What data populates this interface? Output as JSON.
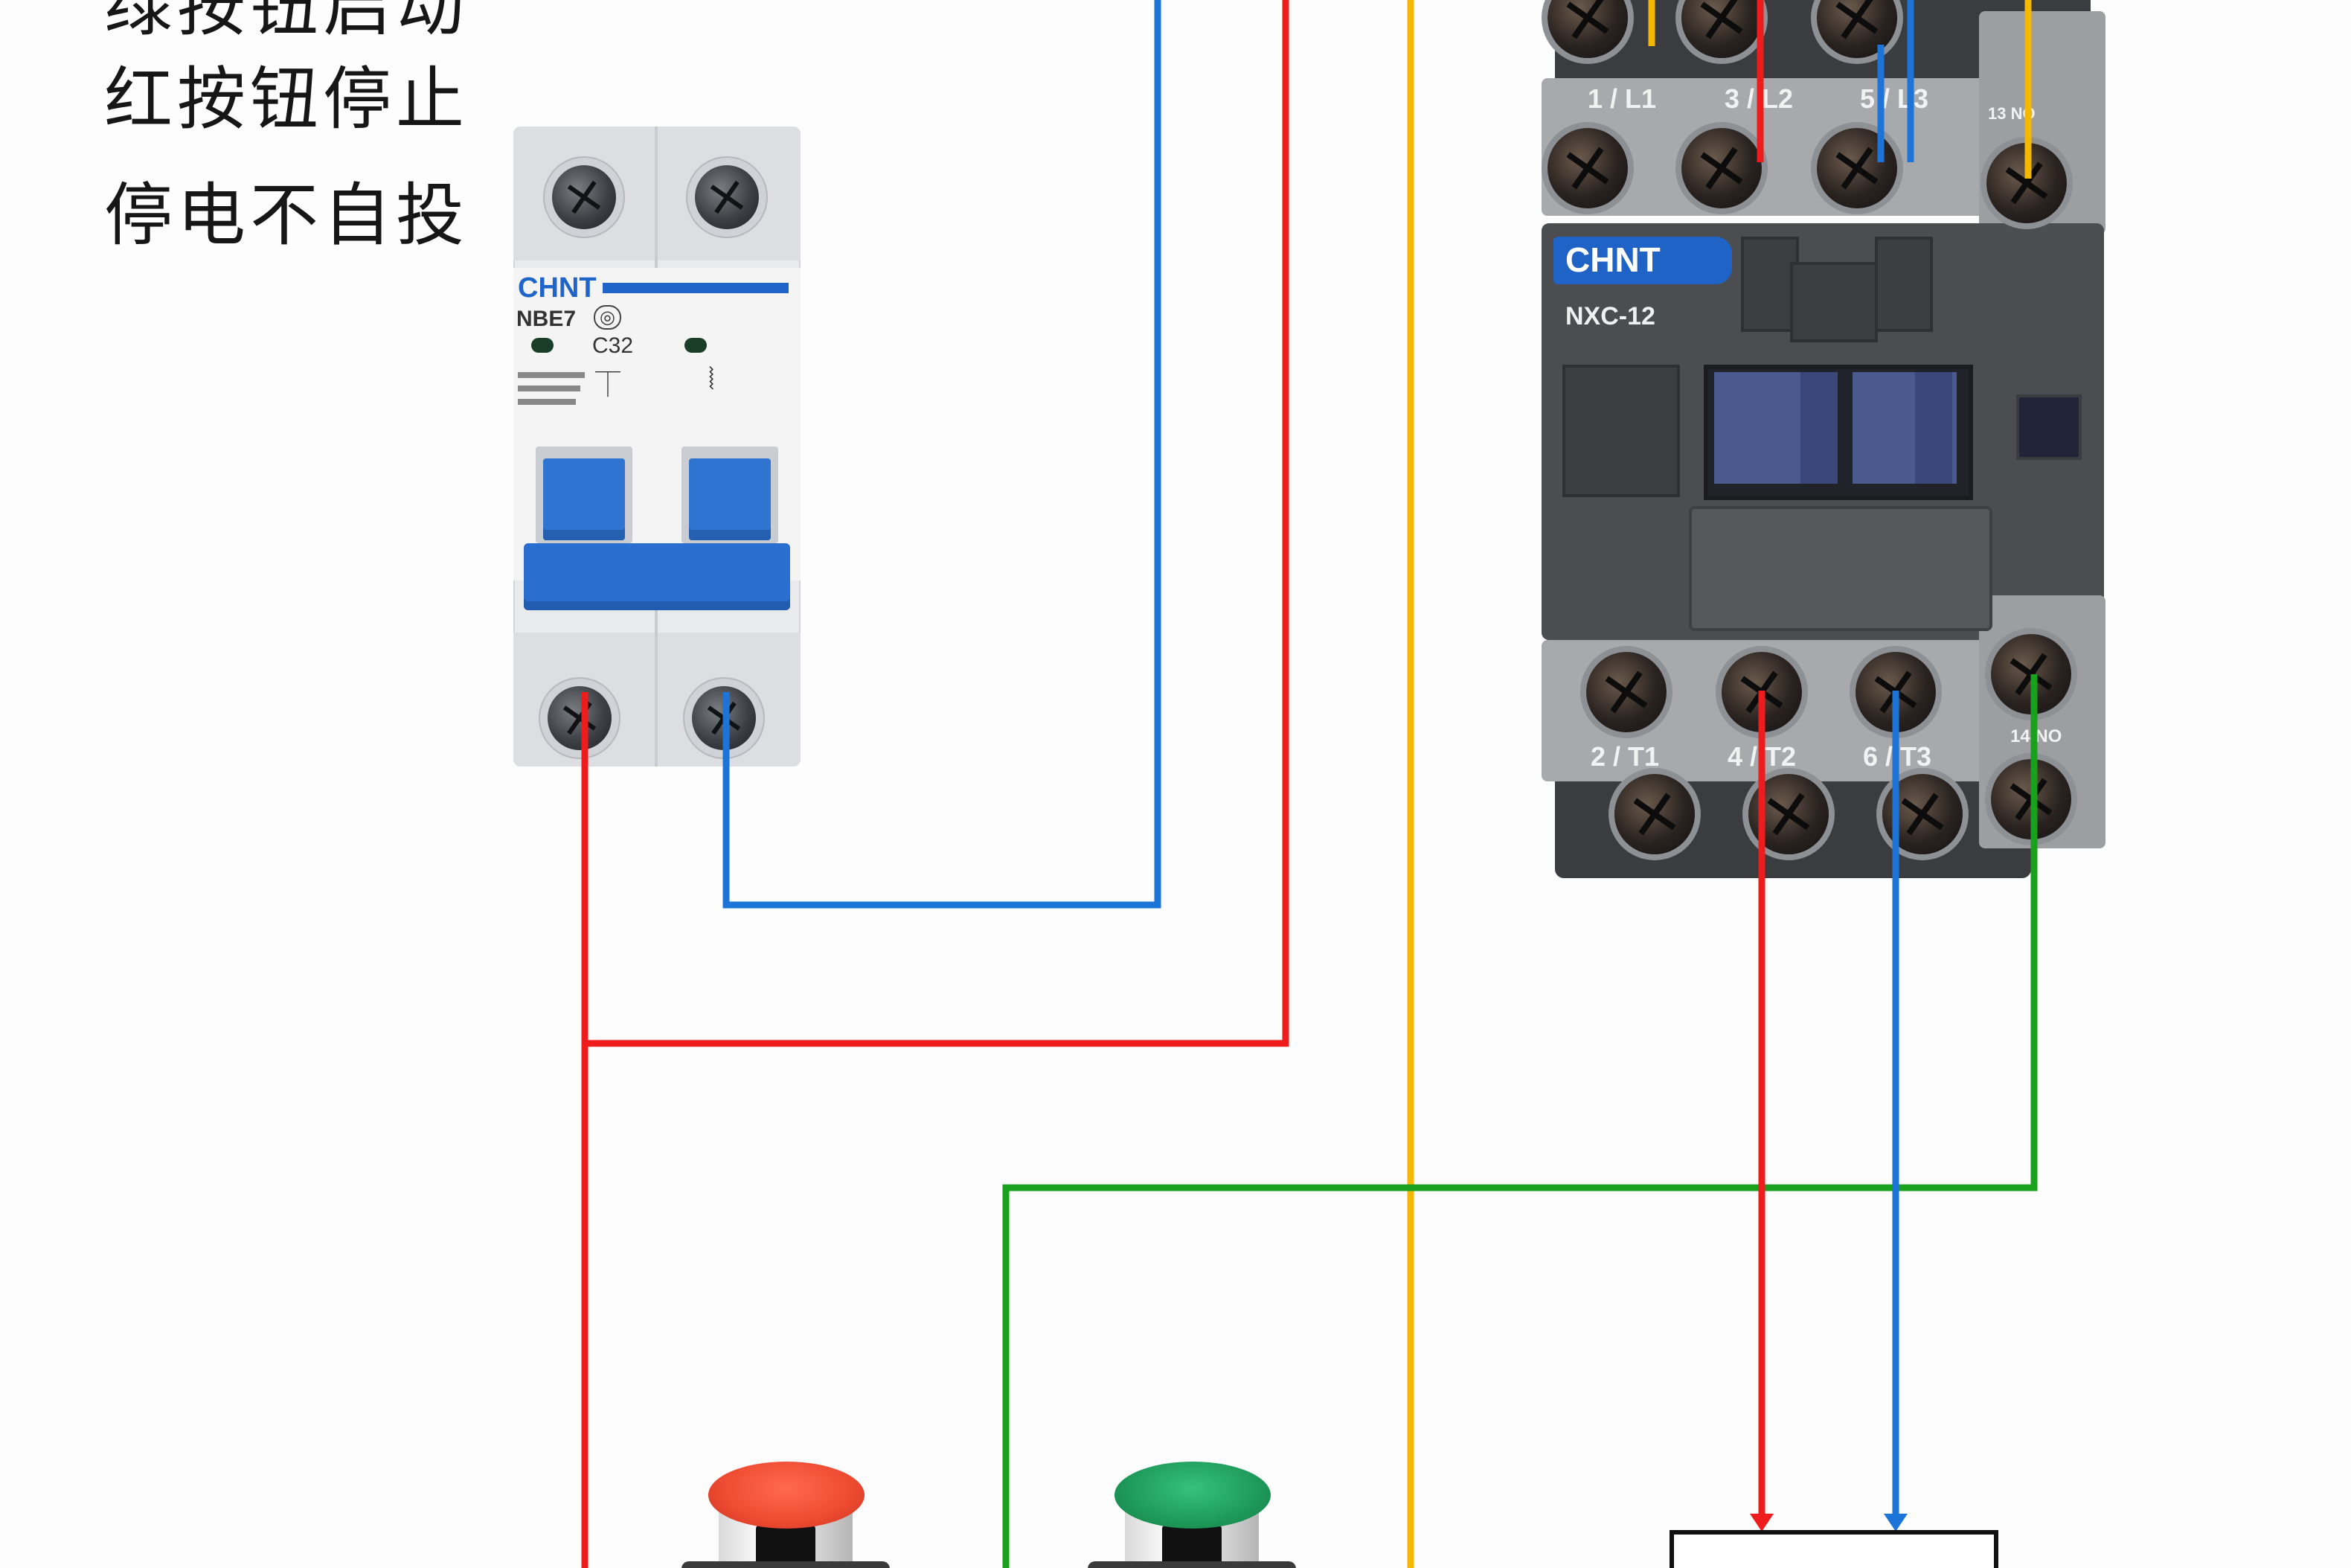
{
  "captions": [
    "绿按钮启动",
    "红按钮停止",
    "停电不自投"
  ],
  "breaker": {
    "brand": "CHNT",
    "model": "NBE7",
    "rating": "C32"
  },
  "contactor": {
    "brand": "CHNT",
    "model": "NXC-12",
    "top_terminals": [
      "1 / L1",
      "3 / L2",
      "5 / L3",
      "13 NO"
    ],
    "bottom_terminals": [
      "2 / T1",
      "4 / T2",
      "6 / T3",
      "14 NO"
    ]
  },
  "buttons": [
    {
      "role": "stop",
      "color": "#ee4a32"
    },
    {
      "role": "start",
      "color": "#1e9a5a"
    }
  ],
  "wire_colors": {
    "red": "#ee1c1c",
    "blue": "#1c74d8",
    "yellow": "#f5b800",
    "green": "#19a01c"
  }
}
